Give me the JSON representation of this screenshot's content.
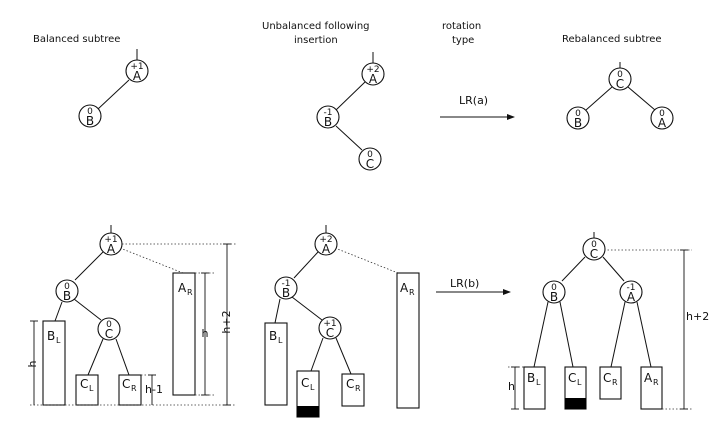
{
  "headers": {
    "balanced": "Balanced  subtree",
    "unbalanced_line1": "Unbalanced  following",
    "unbalanced_line2": "insertion",
    "rotation_line1": "rotation",
    "rotation_line2": "type",
    "rebalanced": "Rebalanced  subtree"
  },
  "rotations": {
    "a": "LR(a)",
    "b": "LR(b)"
  },
  "top": {
    "balanced": {
      "A": {
        "label": "A",
        "bf": "+1"
      },
      "B": {
        "label": "B",
        "bf": "0"
      }
    },
    "unbalanced": {
      "A": {
        "label": "A",
        "bf": "+2"
      },
      "B": {
        "label": "B",
        "bf": "-1"
      },
      "C": {
        "label": "C",
        "bf": "0"
      }
    },
    "rebalanced": {
      "C": {
        "label": "C",
        "bf": "0"
      },
      "B": {
        "label": "B",
        "bf": "0"
      },
      "A": {
        "label": "A",
        "bf": "0"
      }
    }
  },
  "bottom": {
    "balanced": {
      "A": {
        "label": "A",
        "bf": "+1"
      },
      "B": {
        "label": "B",
        "bf": "0"
      },
      "C": {
        "label": "C",
        "bf": "0"
      },
      "BL": {
        "main": "B",
        "sub": "L"
      },
      "CL": {
        "main": "C",
        "sub": "L"
      },
      "CR": {
        "main": "C",
        "sub": "R"
      },
      "AR": {
        "main": "A",
        "sub": "R"
      },
      "dims": {
        "h2": "h+2",
        "h": "h",
        "hleft": "h",
        "hm1": "h-1"
      }
    },
    "unbalanced": {
      "A": {
        "label": "A",
        "bf": "+2"
      },
      "B": {
        "label": "B",
        "bf": "-1"
      },
      "C": {
        "label": "C",
        "bf": "+1"
      },
      "BL": {
        "main": "B",
        "sub": "L"
      },
      "CL": {
        "main": "C",
        "sub": "L"
      },
      "CR": {
        "main": "C",
        "sub": "R"
      },
      "AR": {
        "main": "A",
        "sub": "R"
      }
    },
    "rebalanced": {
      "C": {
        "label": "C",
        "bf": "0"
      },
      "B": {
        "label": "B",
        "bf": "0"
      },
      "A": {
        "label": "A",
        "bf": "-1"
      },
      "BL": {
        "main": "B",
        "sub": "L"
      },
      "CL": {
        "main": "C",
        "sub": "L"
      },
      "CR": {
        "main": "C",
        "sub": "R"
      },
      "AR": {
        "main": "A",
        "sub": "R"
      },
      "dims": {
        "h2": "h+2",
        "h": "h"
      }
    }
  },
  "colors": {
    "ink": "#111111",
    "background": "#ffffff"
  }
}
